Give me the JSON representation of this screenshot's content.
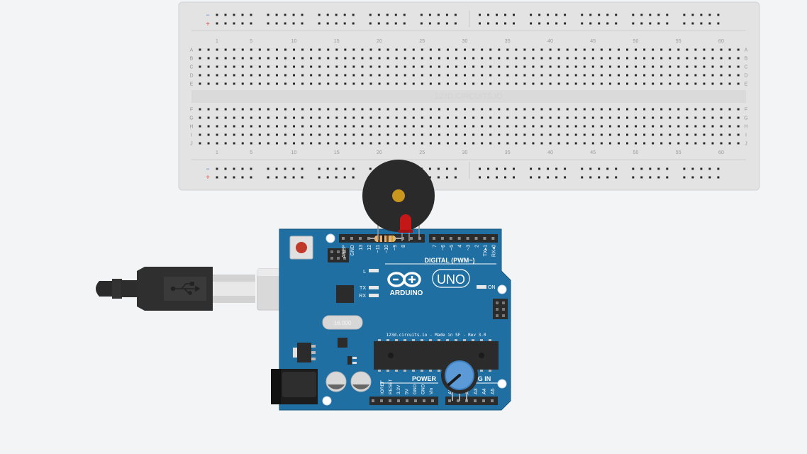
{
  "breadboard": {
    "watermark": "123D.CIRCUITS.IO",
    "row_letters_top": [
      "A",
      "B",
      "C",
      "D",
      "E"
    ],
    "row_letters_bottom": [
      "F",
      "G",
      "H",
      "I",
      "J"
    ],
    "column_numbers": [
      "1",
      "5",
      "10",
      "15",
      "20",
      "25",
      "30",
      "35",
      "40",
      "45",
      "50",
      "55",
      "60"
    ],
    "rail_minus": "−",
    "rail_plus": "+"
  },
  "arduino": {
    "brand": "ARDUINO",
    "model": "UNO",
    "crystal_label": "16.000",
    "credit_line": "123d.circuits.io - Made in SF - Rev 3.0",
    "digital_header_label": "DIGITAL (PWM~)",
    "power_label": "POWER",
    "analog_label": "ANALOG IN",
    "led_labels": {
      "l": "L",
      "tx": "TX",
      "rx": "RX",
      "on": "ON"
    },
    "digital_pins": [
      "AREF",
      "GND",
      "13",
      "12",
      "~11",
      "~10",
      "~9",
      "8",
      "7",
      "~6",
      "~5",
      "4",
      "~3",
      "2",
      "TX▸1",
      "RX◂0"
    ],
    "power_pins": [
      "IOREF",
      "RESET",
      "3.3V",
      "5V",
      "GND",
      "GND",
      "Vin"
    ],
    "analog_pins": [
      "A0",
      "A1",
      "A2",
      "A3",
      "A4",
      "A5"
    ]
  },
  "colors": {
    "board_blue": "#1f6fa3",
    "breadboard": "#e4e4e4",
    "buzzer": "#2a2a2a",
    "led_red": "#c41818",
    "pot_blue": "#5b9ad6"
  }
}
